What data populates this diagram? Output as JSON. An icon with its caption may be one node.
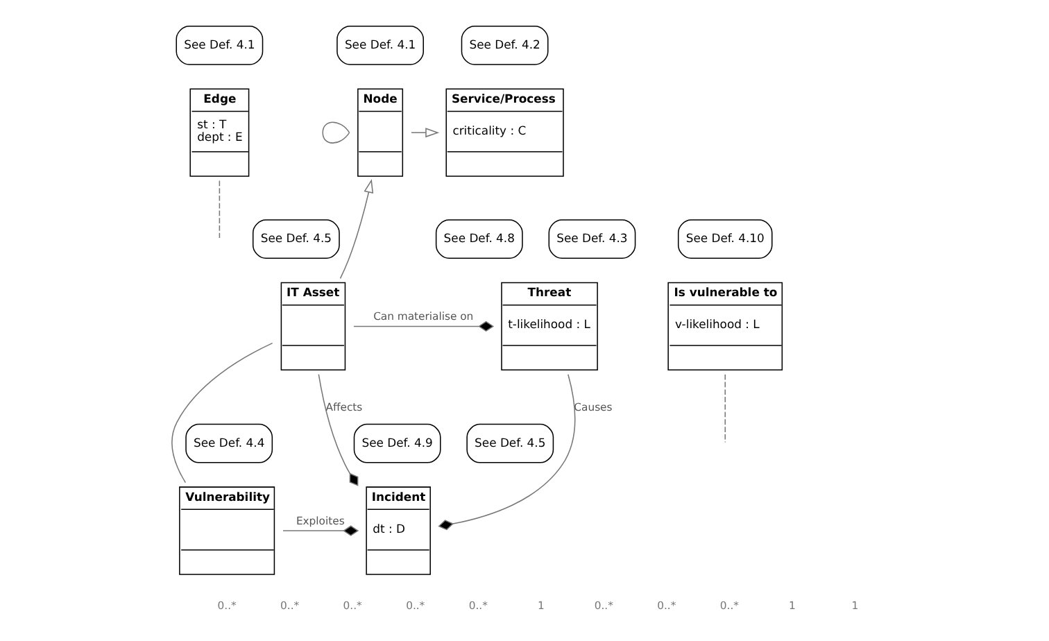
{
  "diagram": {
    "nodes": [
      {
        "text": [
          "Edge",
          "st : T",
          "dept : E"
        ],
        "beside": [
          "See Def. 4.1"
        ]
      },
      {
        "text": [
          "Node"
        ],
        "beside": [
          "See Def. 4.1"
        ]
      },
      {
        "text": [
          "Service/Process",
          "criticality : C"
        ],
        "beside": [
          "See Def. 4.2"
        ]
      },
      {
        "text": [
          "Threat",
          "t-likelihood : L"
        ],
        "beside": [
          "See Def. 4.3",
          "See Def. 4.8"
        ]
      },
      {
        "text": [
          "IT Asset"
        ],
        "beside": [
          "See Def. 4.5"
        ]
      },
      {
        "text": [
          "Is vulnerable to",
          "v-likelihood : L"
        ],
        "beside": [
          "See Def. 4.10"
        ]
      },
      {
        "text": [
          "Incident",
          "dt : D"
        ],
        "beside": [
          "See Def. 4.5",
          "See Def. 4.9"
        ]
      },
      {
        "text": [
          "Vulnerability"
        ],
        "beside": [
          "See Def. 4.4"
        ]
      }
    ],
    "edges": [
      {
        "from": 1,
        "to": 1,
        "arrow": "none"
      },
      {
        "from": 0,
        "to": null,
        "arrow": "none",
        "style": "dashed"
      },
      {
        "from": 1,
        "to": 2,
        "arrow": "to"
      },
      {
        "from": 4,
        "to": 1,
        "arrow": "to"
      },
      {
        "from": 4,
        "to": 3,
        "arrow": "other",
        "label": "Can materialise on"
      },
      {
        "from": 3,
        "to": 6,
        "arrow": "other",
        "label": "Causes"
      },
      {
        "from": 4,
        "to": 6,
        "arrow": "other",
        "label": "Affects"
      },
      {
        "from": 7,
        "to": 6,
        "arrow": "other",
        "label": "Exploites"
      },
      {
        "from": 4,
        "to": 7,
        "arrow": "none"
      },
      {
        "from": 5,
        "to": null,
        "arrow": "none",
        "style": "dashed"
      }
    ],
    "labels": [
      "0..*",
      "0..*",
      "0..*",
      "0..*",
      "0..*",
      "1",
      "0..*",
      "0..*",
      "0..*",
      "1",
      "1"
    ]
  }
}
